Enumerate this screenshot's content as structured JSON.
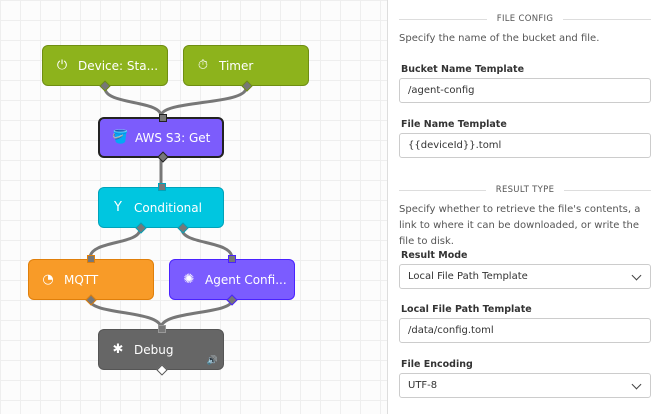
{
  "workflow": {
    "nodes": [
      {
        "id": "device",
        "label": "Device: Sta...",
        "icon": "power-icon",
        "color": "#8db31c"
      },
      {
        "id": "timer",
        "label": "Timer",
        "icon": "stopwatch-icon",
        "color": "#8db31c"
      },
      {
        "id": "s3",
        "label": "AWS S3: Get",
        "icon": "bucket-icon",
        "color": "#7c5cfc"
      },
      {
        "id": "conditional",
        "label": "Conditional",
        "icon": "branch-icon",
        "color": "#00c6e0"
      },
      {
        "id": "mqtt",
        "label": "MQTT",
        "icon": "rss-icon",
        "color": "#f89b28"
      },
      {
        "id": "agent",
        "label": "Agent Confi...",
        "icon": "gear-icon",
        "color": "#7b5cff"
      },
      {
        "id": "debug",
        "label": "Debug",
        "icon": "bug-icon",
        "color": "#666666"
      }
    ]
  },
  "panel": {
    "file_config": {
      "heading": "FILE CONFIG",
      "description": "Specify the name of the bucket and file.",
      "bucket_label": "Bucket Name Template",
      "bucket_value": "/agent-config",
      "file_label": "File Name Template",
      "file_value": "{{deviceId}}.toml"
    },
    "result_type": {
      "heading": "RESULT TYPE",
      "description": "Specify whether to retrieve the file's contents, a link to where it can be downloaded, or write the file to disk.",
      "mode_label": "Result Mode",
      "mode_value": "Local File Path Template",
      "path_label": "Local File Path Template",
      "path_value": "/data/config.toml",
      "encoding_label": "File Encoding",
      "encoding_value": "UTF-8"
    }
  }
}
